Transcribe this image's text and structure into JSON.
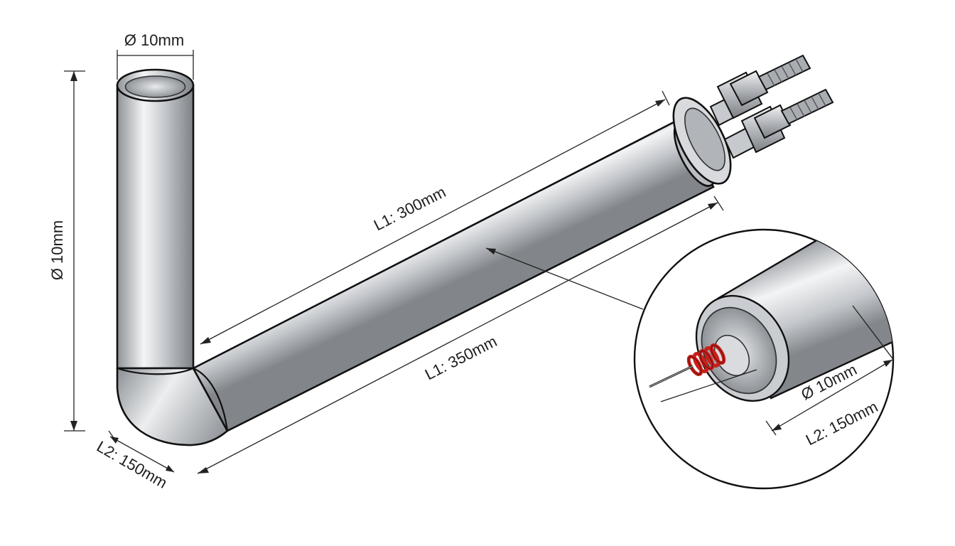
{
  "labels": {
    "top_diameter": "Ø 10mm",
    "left_diameter": "Ø 10mm",
    "l1_upper": "L1: 300mm",
    "l1_lower": "L1: 350mm",
    "l2_bottom": "L2: 150mm",
    "detail_diameter": "Ø 10mm",
    "detail_l2": "L2: 150mm"
  },
  "colors": {
    "metal_dark": "#8f9398",
    "metal_mid": "#c9ccd0",
    "metal_light": "#f4f5f6",
    "coil": "#c8201c",
    "outline": "#111111"
  }
}
